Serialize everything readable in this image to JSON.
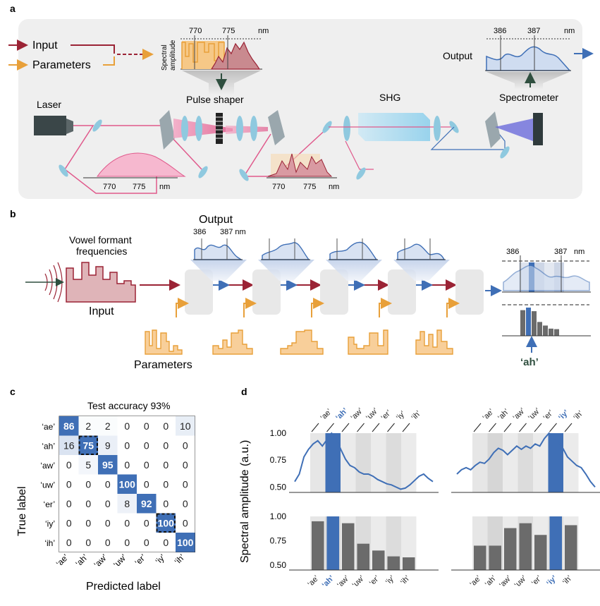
{
  "panel_a": {
    "letter": "a",
    "input_label": "Input",
    "params_label": "Parameters",
    "spectral_y_label_1": "Spectral",
    "spectral_y_label_2": "amplitude",
    "shaper_tick_1": "770",
    "shaper_tick_2": "775",
    "shaper_unit": "nm",
    "pulse_shaper_label": "Pulse shaper",
    "laser_label": "Laser",
    "shg_label": "SHG",
    "spectrometer_label": "Spectrometer",
    "output_label": "Output",
    "out_tick_1": "386",
    "out_tick_2": "387",
    "out_unit": "nm",
    "laser_tick_1": "770",
    "laser_tick_2": "775",
    "laser_unit": "nm",
    "mid_tick_1": "770",
    "mid_tick_2": "775",
    "mid_unit": "nm"
  },
  "panel_b": {
    "letter": "b",
    "output_label": "Output",
    "out_tick_1": "386",
    "out_tick_2": "387 nm",
    "vowel_label_1": "Vowel formant",
    "vowel_label_2": "frequencies",
    "input_label": "Input",
    "params_label": "Parameters",
    "right_tick_1": "386",
    "right_tick_2": "387",
    "right_unit": "nm",
    "prediction": "‘ah’"
  },
  "panel_c": {
    "letter": "c",
    "title": "Test accuracy 93%",
    "ylabel": "True label",
    "xlabel": "Predicted label",
    "labels": [
      "‘ae’",
      "‘ah’",
      "‘aw’",
      "‘uw’",
      "‘er’",
      "‘iy’",
      "‘ih’"
    ],
    "matrix": [
      [
        86,
        2,
        2,
        0,
        0,
        0,
        10
      ],
      [
        16,
        75,
        9,
        0,
        0,
        0,
        0
      ],
      [
        0,
        5,
        95,
        0,
        0,
        0,
        0
      ],
      [
        0,
        0,
        0,
        100,
        0,
        0,
        0
      ],
      [
        0,
        0,
        0,
        8,
        92,
        0,
        0
      ],
      [
        0,
        0,
        0,
        0,
        0,
        100,
        0
      ],
      [
        0,
        0,
        0,
        0,
        0,
        0,
        100
      ]
    ],
    "colors": {
      "high": "#3f6fb6",
      "low": "#dfe7f3",
      "dashed_cells": [
        [
          1,
          1
        ],
        [
          5,
          5
        ]
      ]
    }
  },
  "panel_d": {
    "letter": "d",
    "ylabel": "Spectral amplitude (a.u.)",
    "yticks": [
      "1.00",
      "0.75",
      "0.50"
    ],
    "labels": [
      "‘ae’",
      "‘ah’",
      "‘aw’",
      "‘uw’",
      "‘er’",
      "‘iy’",
      "‘ih’"
    ],
    "left_highlight": 1,
    "right_highlight": 5,
    "left_bars": [
      0.95,
      1.0,
      0.93,
      0.72,
      0.65,
      0.59,
      0.58
    ],
    "right_bars": [
      0.7,
      0.7,
      0.88,
      0.93,
      0.81,
      1.0,
      0.91
    ]
  },
  "chart_data": [
    {
      "type": "heatmap",
      "title": "Test accuracy 93%",
      "xlabel": "Predicted label",
      "ylabel": "True label",
      "categories": [
        "‘ae’",
        "‘ah’",
        "‘aw’",
        "‘uw’",
        "‘er’",
        "‘iy’",
        "‘ih’"
      ],
      "values": [
        [
          86,
          2,
          2,
          0,
          0,
          0,
          10
        ],
        [
          16,
          75,
          9,
          0,
          0,
          0,
          0
        ],
        [
          0,
          5,
          95,
          0,
          0,
          0,
          0
        ],
        [
          0,
          0,
          0,
          100,
          0,
          0,
          0
        ],
        [
          0,
          0,
          0,
          8,
          92,
          0,
          0
        ],
        [
          0,
          0,
          0,
          0,
          0,
          100,
          0
        ],
        [
          0,
          0,
          0,
          0,
          0,
          0,
          100
        ]
      ]
    },
    {
      "type": "bar",
      "ylabel": "Spectral amplitude (a.u.)",
      "categories": [
        "‘ae’",
        "‘ah’",
        "‘aw’",
        "‘uw’",
        "‘er’",
        "‘iy’",
        "‘ih’"
      ],
      "values": [
        0.95,
        1.0,
        0.93,
        0.72,
        0.65,
        0.59,
        0.58
      ],
      "ylim": [
        0.45,
        1.0
      ]
    },
    {
      "type": "bar",
      "ylabel": "Spectral amplitude (a.u.)",
      "categories": [
        "‘ae’",
        "‘ah’",
        "‘aw’",
        "‘uw’",
        "‘er’",
        "‘iy’",
        "‘ih’"
      ],
      "values": [
        0.7,
        0.7,
        0.88,
        0.93,
        0.81,
        1.0,
        0.91
      ],
      "ylim": [
        0.45,
        1.0
      ]
    }
  ]
}
